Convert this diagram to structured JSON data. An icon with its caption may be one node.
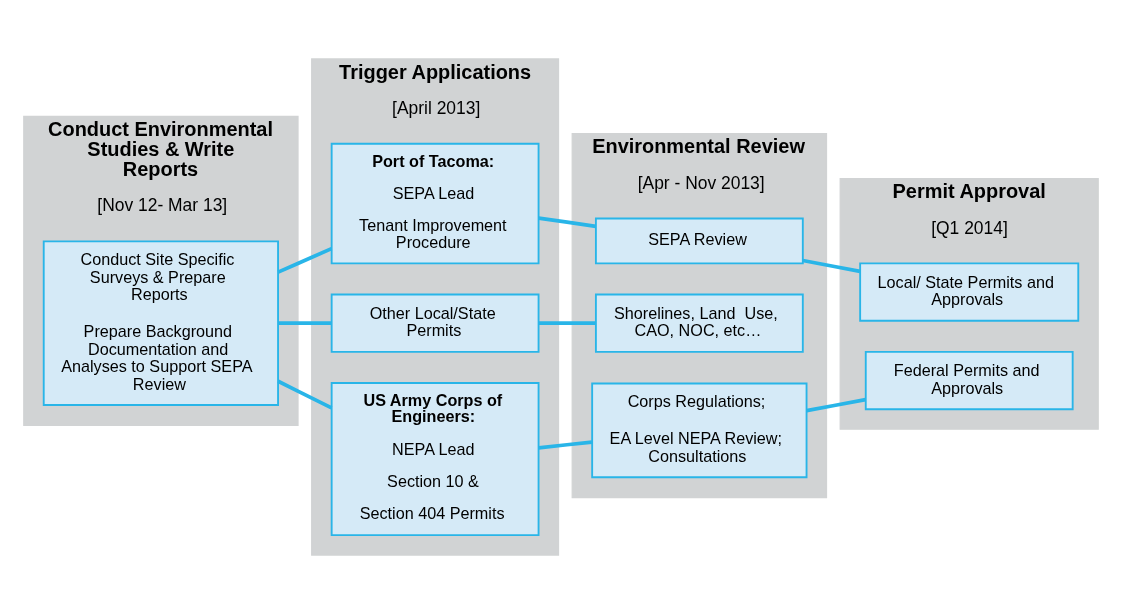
{
  "diagram": {
    "nodes": [
      {
        "text": [
          "Conduct Environmental Studies & Write Reports",
          "[Nov 12- Mar 13]"
        ]
      },
      {
        "text": [
          "Conduct Site Specific Surveys & Prepare Reports",
          "Prepare Background Documentation and Analyses to Support SEPA Review"
        ],
        "in": 0
      },
      {
        "text": [
          "Trigger Applications",
          "[April 2013]"
        ]
      },
      {
        "text": [
          "Port of Tacoma:",
          "SEPA Lead",
          "Tenant Improvement Procedure"
        ],
        "in": 2
      },
      {
        "text": [
          "Other Local/State Permits"
        ],
        "in": 2
      },
      {
        "text": [
          "US Army Corps of Engineers:",
          "NEPA Lead",
          "Section 10 &",
          "Section 404 Permits"
        ],
        "in": 2
      },
      {
        "text": [
          "Environmental Review",
          "[Apr - Nov 2013]"
        ]
      },
      {
        "text": [
          "SEPA Review"
        ],
        "in": 6
      },
      {
        "text": [
          "Shorelines, Land  Use, CAO, NOC, etc…"
        ],
        "in": 6
      },
      {
        "text": [
          "Corps Regulations;",
          "EA Level NEPA Review; Consultations"
        ],
        "in": 6
      },
      {
        "text": [
          "Permit Approval",
          "[Q1 2014]"
        ]
      },
      {
        "text": [
          "Local/ State Permits and Approvals"
        ],
        "in": 10
      },
      {
        "text": [
          "Federal Permits and Approvals"
        ],
        "in": 10
      }
    ],
    "edges": [
      {
        "from": 1,
        "to": 3,
        "arrow": "none"
      },
      {
        "from": 1,
        "to": 4,
        "arrow": "none"
      },
      {
        "from": 1,
        "to": 5,
        "arrow": "none"
      },
      {
        "from": 3,
        "to": 7,
        "arrow": "none"
      },
      {
        "from": 4,
        "to": 8,
        "arrow": "none"
      },
      {
        "from": 5,
        "to": 9,
        "arrow": "none"
      },
      {
        "from": 7,
        "to": 11,
        "arrow": "none"
      },
      {
        "from": 9,
        "to": 12,
        "arrow": "none"
      }
    ]
  }
}
